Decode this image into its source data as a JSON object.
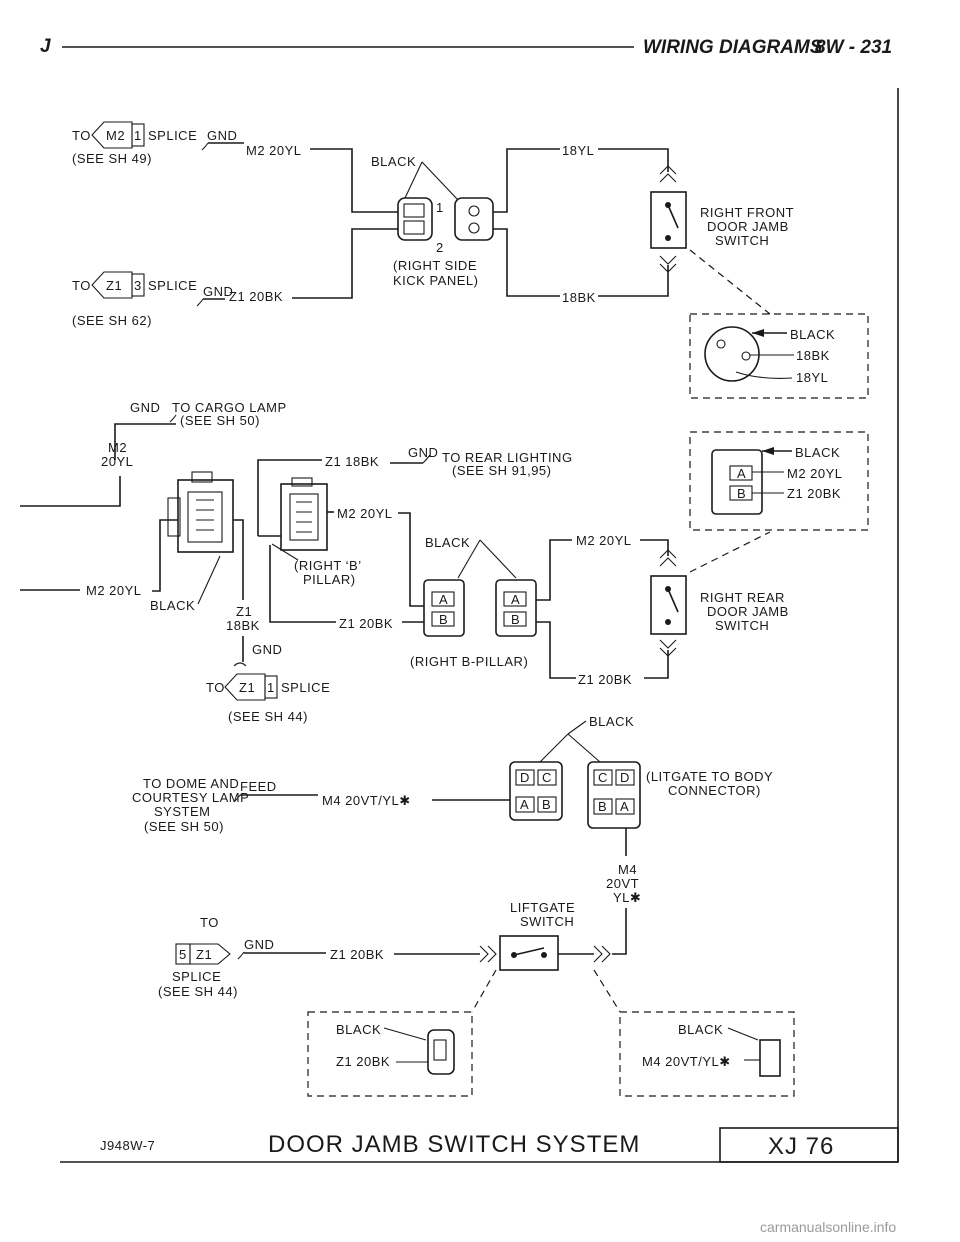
{
  "header": {
    "brand": "J",
    "section": "WIRING DIAGRAMS",
    "page": "8W - 231"
  },
  "labels": {
    "to": "TO",
    "splice": "SPLICE",
    "gnd": "GND",
    "feed": "FEED",
    "black": "BLACK",
    "sh49": "(SEE SH 49)",
    "sh62": "(SEE SH 62)",
    "sh44": "(SEE SH 44)",
    "sh50": "(SEE SH 50)",
    "sh9195": "(SEE SH 91,95)",
    "m2_20yl": "M2 20YL",
    "z1_20bk": "Z1 20BK",
    "z1_18bk": "Z1 18BK",
    "w18yl": "18YL",
    "w18bk": "18BK",
    "m2": "M2",
    "w20yl": "20YL",
    "z1": "Z1",
    "m4": "M4",
    "w20vt": "20VT",
    "ylstar": "YL✱",
    "m4_20vtyl": "M4 20VT/YL✱",
    "right_side": "(RIGHT SIDE",
    "kick_panel": "KICK PANEL)",
    "right_front": "RIGHT FRONT",
    "door_jamb": "DOOR JAMB",
    "switch": "SWITCH",
    "to_cargo": "TO CARGO LAMP",
    "to_rear": "TO REAR LIGHTING",
    "right_b": "(RIGHT ‘B’",
    "pillar": "PILLAR)",
    "right_bpillar": "(RIGHT B-PILLAR)",
    "right_rear": "RIGHT REAR",
    "to_dome": "TO DOME AND",
    "courtesy": "COURTESY LAMP",
    "system": "SYSTEM",
    "liftgate_body": "(LITGATE TO BODY",
    "connector": "CONNECTOR)",
    "liftgate": "LIFTGATE",
    "pin1": "1",
    "pin2": "2",
    "pinA": "A",
    "pinB": "B",
    "pinC": "C",
    "pinD": "D",
    "splice_m2": "M2",
    "splice_z1": "Z1",
    "n1": "1",
    "n3": "3",
    "n5": "5"
  },
  "footer": {
    "code": "J948W-7",
    "title": "DOOR JAMB SWITCH SYSTEM",
    "ref": "XJ 76"
  },
  "watermark": "carmanualsonline.info"
}
